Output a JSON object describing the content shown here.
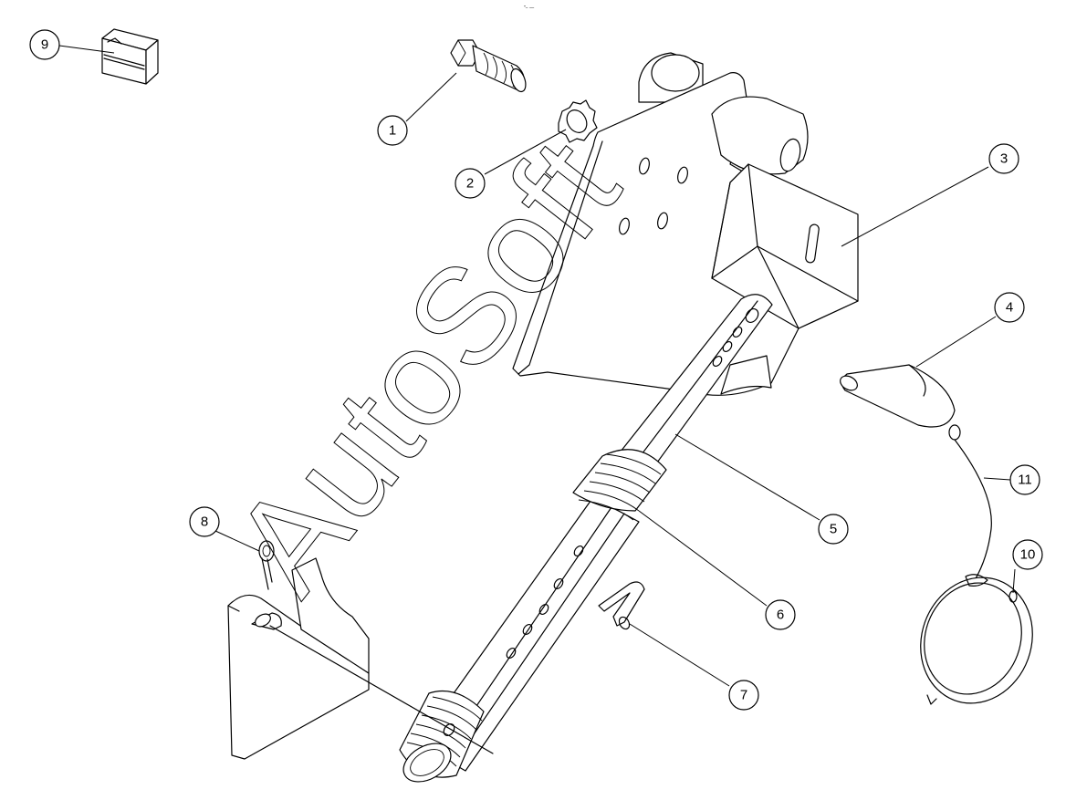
{
  "header_mark": "\"− —",
  "watermark": "AutoSoft",
  "callouts": [
    {
      "id": "1",
      "label": "1"
    },
    {
      "id": "2",
      "label": "2"
    },
    {
      "id": "3",
      "label": "3"
    },
    {
      "id": "4",
      "label": "4"
    },
    {
      "id": "5",
      "label": "5"
    },
    {
      "id": "6",
      "label": "6"
    },
    {
      "id": "7",
      "label": "7"
    },
    {
      "id": "8",
      "label": "8"
    },
    {
      "id": "9",
      "label": "9"
    },
    {
      "id": "10",
      "label": "10"
    },
    {
      "id": "11",
      "label": "11"
    }
  ]
}
